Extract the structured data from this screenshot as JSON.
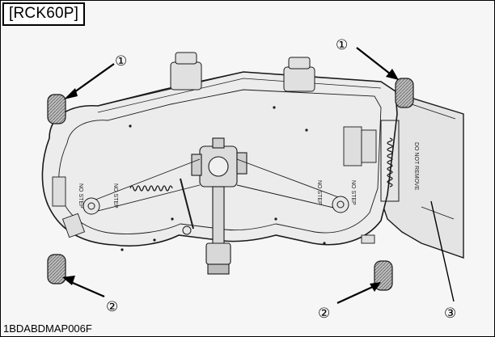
{
  "header": {
    "model_tag": "[RCK60P]"
  },
  "footer": {
    "figure_code": "1BDABDMAP006F"
  },
  "callouts": [
    {
      "label": "①",
      "target": "front-gauge-wheel-left"
    },
    {
      "label": "①",
      "target": "front-gauge-wheel-right"
    },
    {
      "label": "②",
      "target": "rear-gauge-wheel-left"
    },
    {
      "label": "②",
      "target": "rear-gauge-wheel-right"
    },
    {
      "label": "③",
      "target": "discharge-chute"
    }
  ],
  "decals": {
    "no_step_1": "NO STEP",
    "no_step_2": "NO STEP",
    "no_step_3": "NO STEP",
    "no_step_4": "NO STEP",
    "do_not_remove": "DO NOT REMOVE"
  },
  "colors": {
    "line": "#1a1a1a",
    "deck_fill": "#ececec",
    "tire_fill": "#b5b5b5",
    "background": "#f6f6f6"
  }
}
